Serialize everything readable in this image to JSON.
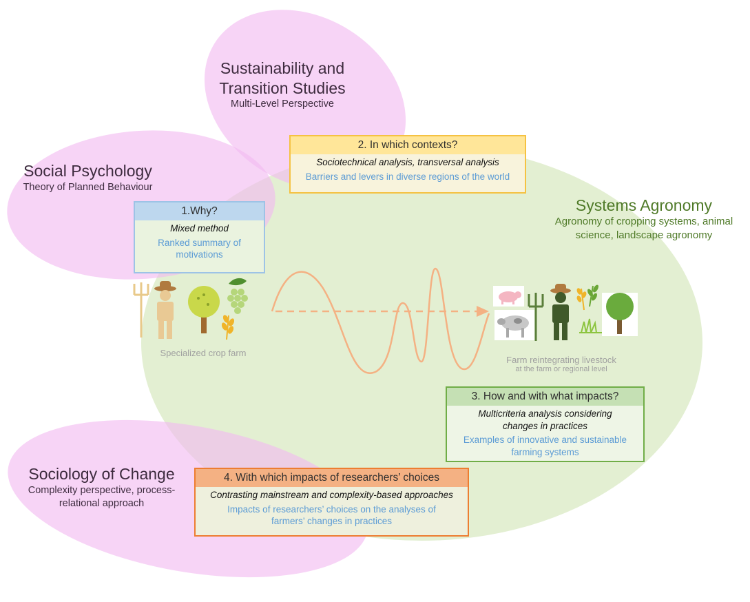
{
  "disciplines": {
    "sustainability": {
      "title_line1": "Sustainability and",
      "title_line2": "Transition Studies",
      "subtitle": "Multi-Level Perspective"
    },
    "social_psychology": {
      "title": "Social Psychology",
      "subtitle": "Theory of Planned Behaviour"
    },
    "systems_agronomy": {
      "title": "Systems Agronomy",
      "subtitle_line1": "Agronomy of cropping systems, animal",
      "subtitle_line2": "science, landscape agronomy"
    },
    "sociology": {
      "title": "Sociology of Change",
      "subtitle_line1": "Complexity perspective, process-",
      "subtitle_line2": "relational approach"
    }
  },
  "questions": {
    "q1": {
      "heading": "1.Why?",
      "method": "Mixed method",
      "result_line1": "Ranked summary of",
      "result_line2": "motivations"
    },
    "q2": {
      "heading": "2. In which contexts?",
      "method": "Sociotechnical analysis, transversal analysis",
      "result": "Barriers and levers in diverse regions of the world"
    },
    "q3": {
      "heading": "3. How and with what impacts?",
      "method_line1": "Multicriteria analysis considering",
      "method_line2": "changes in practices",
      "result_line1": "Examples of innovative and sustainable",
      "result_line2": "farming systems"
    },
    "q4": {
      "heading": "4. With which impacts of researchers’ choices",
      "method": "Contrasting mainstream and complexity-based approaches",
      "result_line1": "Impacts of researchers’ choices on the analyses of",
      "result_line2": "farmers’ changes in practices"
    }
  },
  "farms": {
    "left_label": "Specialized crop farm",
    "right_label": "Farm reintegrating livestock",
    "right_sublabel": "at the farm or regional level"
  },
  "colors": {
    "pink": "#f2baf0",
    "green_zone": "#e3efd2",
    "q1_border": "#9dc3e6",
    "q2_border": "#f5c242",
    "q3_border": "#70ad47",
    "q4_border": "#ed7d31",
    "transition_wave": "#f4b183"
  },
  "icons": [
    "pitchfork-icon",
    "farmer-icon",
    "tree-icon",
    "grapes-icon",
    "wheat-icon",
    "pig-icon",
    "cow-icon",
    "grass-icon"
  ]
}
